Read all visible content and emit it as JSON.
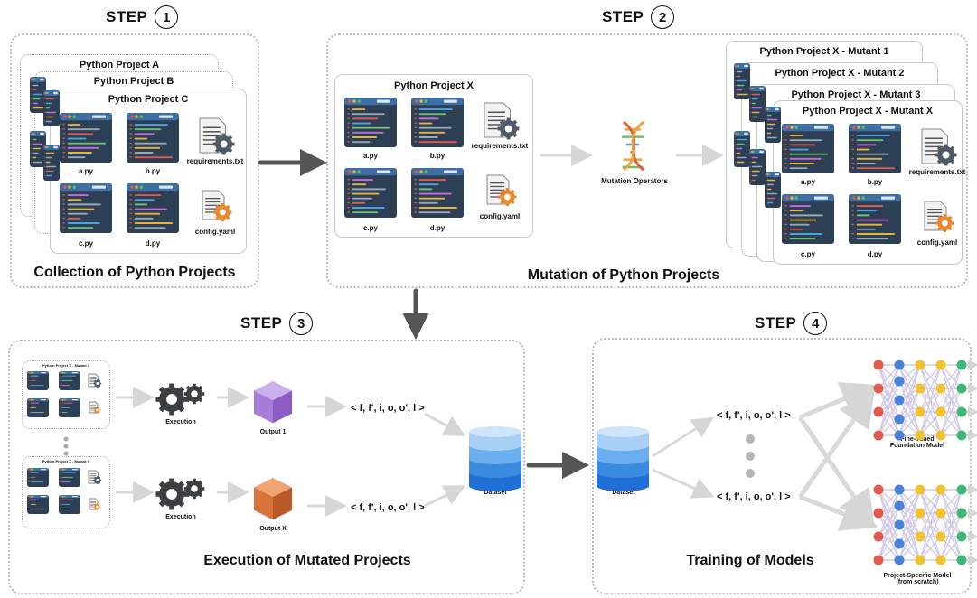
{
  "step1": {
    "label": "STEP",
    "num": "1",
    "title": "Collection of Python Projects",
    "projects": [
      "Python Project  A",
      "Python Project B",
      "Python Project C"
    ],
    "files": [
      "a.py",
      "b.py",
      "c.py",
      "d.py"
    ],
    "req": "requirements.txt",
    "cfg": "config.yaml"
  },
  "step2": {
    "label": "STEP",
    "num": "2",
    "title": "Mutation of Python Projects",
    "project": "Python Project X",
    "files": [
      "a.py",
      "b.py",
      "c.py",
      "d.py"
    ],
    "req": "requirements.txt",
    "cfg": "config.yaml",
    "operators": "Mutation Operators",
    "mutants": [
      "Python Project X - Mutant 1",
      "Python Project X - Mutant 2",
      "Python Project X - Mutant 3",
      "Python Project X - Mutant X"
    ],
    "mfiles": [
      "a.py",
      "b.py",
      "c.py",
      "d.py"
    ],
    "mreq": "requirements.txt",
    "mcfg": "config.yaml"
  },
  "step3": {
    "label": "STEP",
    "num": "3",
    "title": "Execution of Mutated Projects",
    "mini1": "Python Project X - Mutant 1",
    "miniX": "Python Project X - Mutant X",
    "exec1": "Execution",
    "execX": "Execution",
    "out1": "Output 1",
    "outX": "Output X",
    "tuple1": "< f, f', i, o, o', l >",
    "tupleX": "< f, f', i, o, o', l >",
    "dataset": "Dataset"
  },
  "step4": {
    "label": "STEP",
    "num": "4",
    "title": "Training of Models",
    "dataset": "Dataset",
    "tuple1": "< f, f', i, o, o', l >",
    "tuple2": "< f, f', i, o, o', l >",
    "model1": "Fine-Tuned\nFoundation Model",
    "model2": "Project-Specific Model\n(from scratch)"
  },
  "colors": {
    "arrow": "#d9d9d9",
    "bigArrow": "#555555",
    "cube1": "#a77bd8",
    "cubeX": "#d9733a",
    "db": "#3a8be0"
  }
}
